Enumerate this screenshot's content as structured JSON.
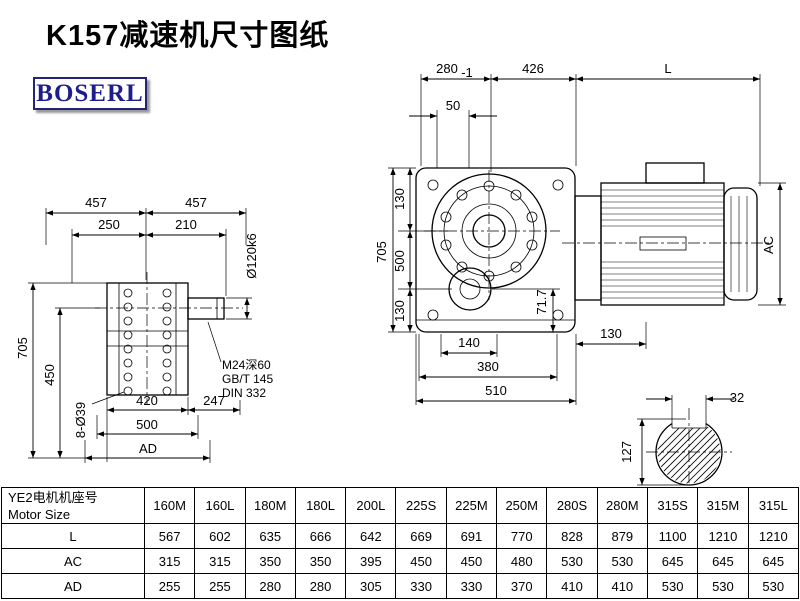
{
  "page": {
    "title": "K157减速机尺寸图纸",
    "logo_text": "BOSERL"
  },
  "front_view": {
    "dim_457_left": "457",
    "dim_457_right": "457",
    "dim_250": "250",
    "dim_210": "210",
    "shaft_dia": "Ø120k6",
    "dim_705": "705",
    "dim_450": "450",
    "holes_note": "8-Ø39",
    "dim_420": "420",
    "dim_247": "247",
    "dim_500": "500",
    "dim_AD": "AD",
    "thread_note_1": "M24深60",
    "thread_note_2": "GB/T 145",
    "thread_note_3": "DIN 332"
  },
  "side_view": {
    "dim_280": "280",
    "dim_280_tol": "-1",
    "dim_426": "426",
    "dim_L": "L",
    "dim_50": "50",
    "dim_705": "705",
    "dim_130_top": "130",
    "dim_500": "500",
    "dim_130_bottom": "130",
    "dim_71_7": "71.7",
    "dim_140": "140",
    "dim_380": "380",
    "dim_510": "510",
    "dim_130_right": "130",
    "dim_AC": "AC"
  },
  "shaft_section": {
    "dim_32": "32",
    "dim_127": "127"
  },
  "table": {
    "header_label_cn": "YE2电机机座号",
    "header_label_en": "Motor Size",
    "columns": [
      "160M",
      "160L",
      "180M",
      "180L",
      "200L",
      "225S",
      "225M",
      "250M",
      "280S",
      "280M",
      "315S",
      "315M",
      "315L"
    ],
    "rows": [
      {
        "label": "L",
        "values": [
          "567",
          "602",
          "635",
          "666",
          "642",
          "669",
          "691",
          "770",
          "828",
          "879",
          "1100",
          "1210",
          "1210"
        ]
      },
      {
        "label": "AC",
        "values": [
          "315",
          "315",
          "350",
          "350",
          "395",
          "450",
          "450",
          "480",
          "530",
          "530",
          "645",
          "645",
          "645"
        ]
      },
      {
        "label": "AD",
        "values": [
          "255",
          "255",
          "280",
          "280",
          "305",
          "330",
          "330",
          "370",
          "410",
          "410",
          "530",
          "530",
          "530"
        ]
      }
    ]
  }
}
